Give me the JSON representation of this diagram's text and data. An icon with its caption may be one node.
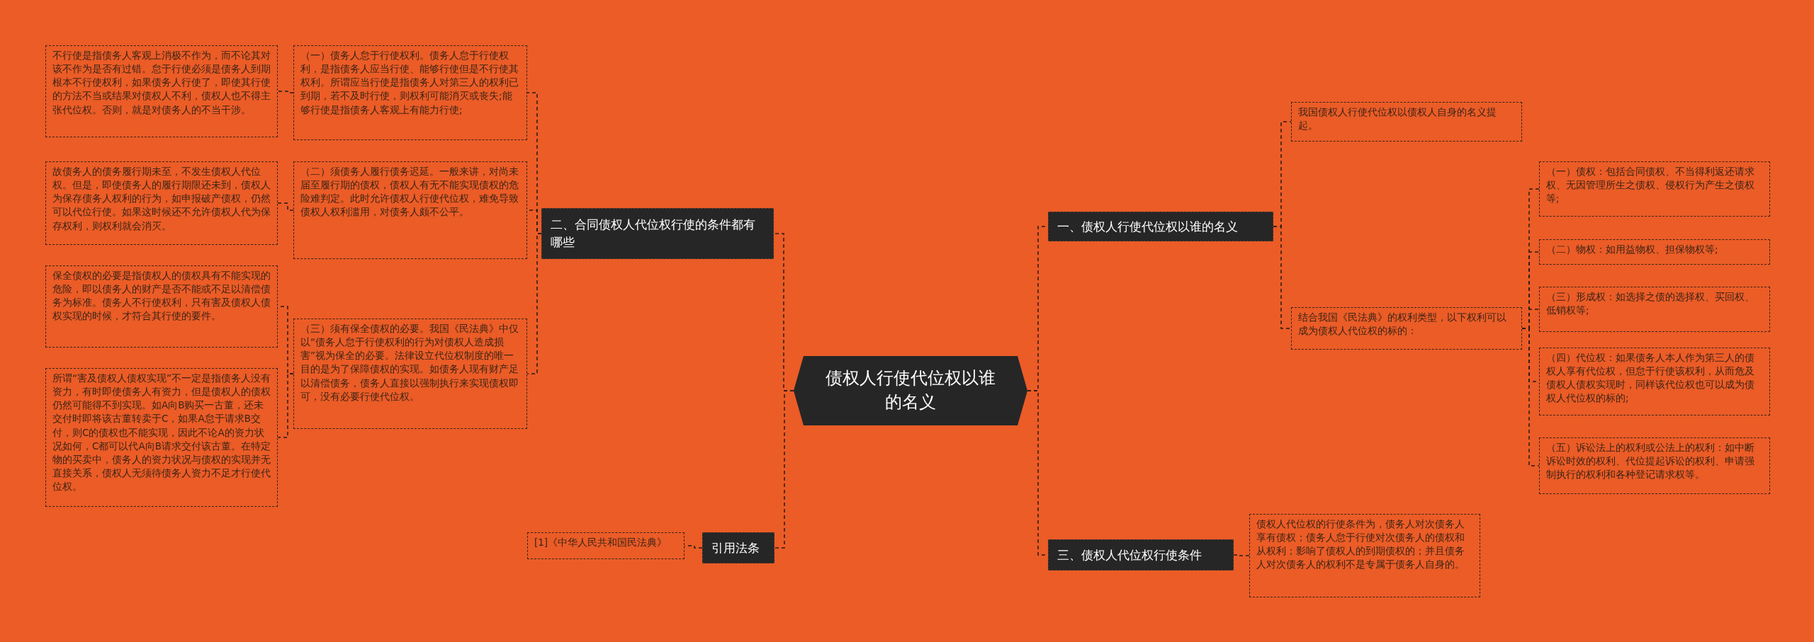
{
  "diagram": {
    "nodes": [
      {
        "text": [
          "债权人行使代位权以谁的名义"
        ]
      },
      {
        "text": [
          "一、债权人行使代位权以谁的名义"
        ]
      },
      {
        "text": [
          "我国债权人行使代位权以债权人自身的名义提起。"
        ]
      },
      {
        "text": [
          "结合我国《民法典》的权利类型，以下权利可以成为债权人代位权的标的："
        ]
      },
      {
        "text": [
          "（一）债权：包括合同债权、不当得利返还请求权、无因管理所生之债权、侵权行为产生之债权等;"
        ]
      },
      {
        "text": [
          "（二）物权：如用益物权、担保物权等;"
        ]
      },
      {
        "text": [
          "（三）形成权：如选择之债的选择权、买回权、低销权等;"
        ]
      },
      {
        "text": [
          "（四）代位权：如果债务人本人作为第三人的债权人享有代位权，但怠于行使该权利，从而危及债权人债权实现时，同样该代位权也可以成为债权人代位权的标的;"
        ]
      },
      {
        "text": [
          "（五）诉讼法上的权利或公法上的权利：如中断诉讼时效的权利、代位提起诉讼的权利、申请强制执行的权利和各种登记请求权等。"
        ]
      },
      {
        "text": [
          "二、合同债权人代位权行使的条件都有哪些"
        ]
      },
      {
        "text": [
          "（一）债务人怠于行使权利。债务人怠于行使权利，是指债务人应当行使、能够行使但是不行使其权利。所谓应当行使是指债务人对第三人的权利已到期，若不及时行使，则权利可能消灭或丧失;能够行使是指债务人客观上有能力行使;"
        ]
      },
      {
        "text": [
          "不行使是指债务人客观上消极不作为，而不论其对该不作为是否有过错。怠于行使必须是债务人到期根本不行使权利，如果债务人行使了，即使其行使的方法不当或结果对债权人不利，债权人也不得主张代位权。否则，就是对债务人的不当干涉。"
        ]
      },
      {
        "text": [
          "（二）须债务人履行债务迟延。一般来讲，对尚未届至履行期的债权，债权人有无不能实现债权的危险难判定。此时允许债权人行使代位权，难免导致债权人权利滥用，对债务人颇不公平。"
        ]
      },
      {
        "text": [
          "故债务人的债务履行期未至，不发生债权人代位权。但是，即使债务人的履行期限还未到，债权人为保存债务人权利的行为，如申报破产债权，仍然可以代位行使。如果这时候还不允许债权人代为保存权利，则权利就会消灭。"
        ]
      },
      {
        "text": [
          "（三）须有保全债权的必要。我国《民法典》中仅以“债务人怠于行使权利的行为对债权人造成损害”视为保全的必要。法律设立代位权制度的唯一目的是为了保障债权的实现。如债务人现有财产足以清偿债务，债务人直接以强制执行来实现债权即可，没有必要行使代位权。"
        ]
      },
      {
        "text": [
          "保全债权的必要是指债权人的债权具有不能实现的危险，即以债务人的财产是否不能或不足以清偿债务为标准。债务人不行使权利，只有害及债权人债权实现的时候，才符合其行使的要件。"
        ]
      },
      {
        "text": [
          "所谓“害及债权人债权实现”不一定是指债务人没有资力，有时即使债务人有资力，但是债权人的债权仍然可能得不到实现。如A向B购买一古董，还未交付时即将该古董转卖于C，如果A怠于请求B交付，则C的债权也不能实现，因此不论A的资力状况如何，C都可以代A向B请求交付该古董。在特定物的买卖中，债务人的资力状况与债权的实现并无直接关系，债权人无须待债务人资力不足才行使代位权。"
        ]
      },
      {
        "text": [
          "三、债权人代位权行使条件"
        ]
      },
      {
        "text": [
          "债权人代位权的行使条件为，债务人对次债务人享有债权；债务人怠于行使对次债务人的债权和从权利；影响了债权人的到期债权的；并且债务人对次债务人的权利不是专属于债务人自身的。"
        ]
      },
      {
        "text": [
          "引用法条"
        ]
      },
      {
        "text": [
          "[1]《中华人民共和国民法典》"
        ]
      }
    ],
    "edges": [
      {
        "from": 0,
        "to": 1,
        "arrow": "none"
      },
      {
        "from": 1,
        "to": 2,
        "arrow": "none"
      },
      {
        "from": 1,
        "to": 3,
        "arrow": "none"
      },
      {
        "from": 3,
        "to": 4,
        "arrow": "none"
      },
      {
        "from": 3,
        "to": 5,
        "arrow": "none"
      },
      {
        "from": 3,
        "to": 6,
        "arrow": "none"
      },
      {
        "from": 3,
        "to": 7,
        "arrow": "none"
      },
      {
        "from": 3,
        "to": 8,
        "arrow": "none"
      },
      {
        "from": 0,
        "to": 9,
        "arrow": "none"
      },
      {
        "from": 9,
        "to": 10,
        "arrow": "none"
      },
      {
        "from": 10,
        "to": 11,
        "arrow": "none"
      },
      {
        "from": 9,
        "to": 12,
        "arrow": "none"
      },
      {
        "from": 12,
        "to": 13,
        "arrow": "none"
      },
      {
        "from": 9,
        "to": 14,
        "arrow": "none"
      },
      {
        "from": 14,
        "to": 15,
        "arrow": "none"
      },
      {
        "from": 14,
        "to": 16,
        "arrow": "none"
      },
      {
        "from": 0,
        "to": 17,
        "arrow": "none"
      },
      {
        "from": 17,
        "to": 18,
        "arrow": "none"
      },
      {
        "from": 0,
        "to": 19,
        "arrow": "none"
      },
      {
        "from": 19,
        "to": 20,
        "arrow": "none"
      }
    ]
  }
}
